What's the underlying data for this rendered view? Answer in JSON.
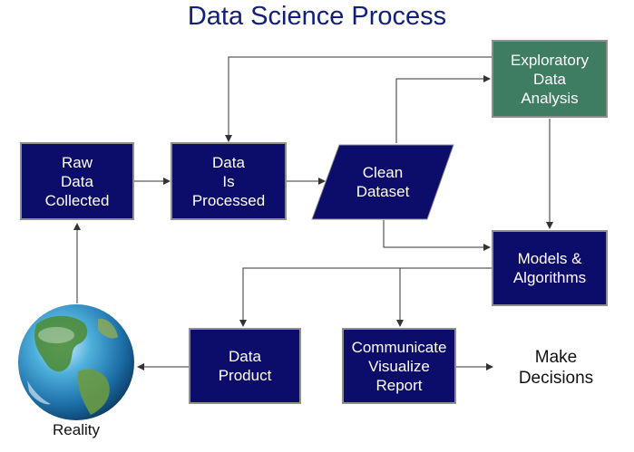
{
  "title": "Data Science Process",
  "colors": {
    "box": "#0c0c6b",
    "eda_box": "#3f7d63",
    "arrow": "#444444",
    "title": "#12207a"
  },
  "nodes": {
    "raw_data": [
      "Raw",
      "Data",
      "Collected"
    ],
    "processed": [
      "Data",
      "Is",
      "Processed"
    ],
    "clean": [
      "Clean",
      "Dataset"
    ],
    "eda": [
      "Exploratory",
      "Data",
      "Analysis"
    ],
    "models": [
      "Models &",
      "Algorithms"
    ],
    "product": [
      "Data",
      "Product"
    ],
    "communicate": [
      "Communicate",
      "Visualize",
      "Report"
    ],
    "decisions": [
      "Make",
      "Decisions"
    ],
    "reality": "Reality"
  },
  "icons": {
    "reality": "globe-icon"
  }
}
